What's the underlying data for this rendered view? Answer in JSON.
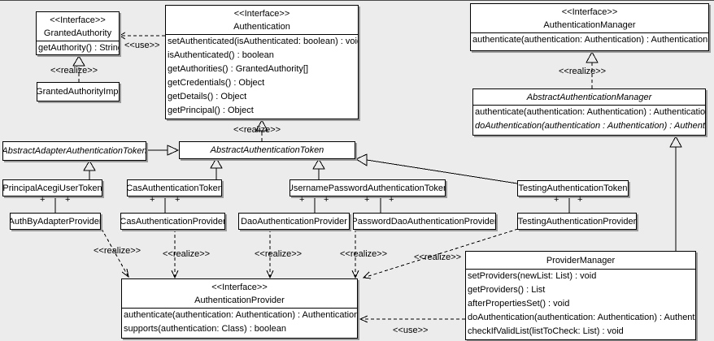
{
  "diagram": {
    "plus": "+",
    "background_color": "#ececec",
    "box_fill": "#ffffff",
    "line_color": "#000000",
    "shadow_color": "#9b9b9b"
  },
  "labels": {
    "use": "<<use>>",
    "realize": "<<realize>>"
  },
  "classes": {
    "granted_authority": {
      "stereotype": "<<Interface>>",
      "name": "GrantedAuthority",
      "methods": [
        "getAuthority() : String"
      ]
    },
    "granted_authority_impl": {
      "name": "GrantedAuthorityImpl"
    },
    "authentication": {
      "stereotype": "<<Interface>>",
      "name": "Authentication",
      "methods": [
        "setAuthenticated(isAuthenticated: boolean) : void",
        "isAuthenticated() : boolean",
        "getAuthorities() : GrantedAuthority[]",
        "getCredentials() : Object",
        "getDetails() : Object",
        "getPrincipal() : Object"
      ]
    },
    "authentication_manager": {
      "stereotype": "<<Interface>>",
      "name": "AuthenticationManager",
      "methods": [
        "authenticate(authentication: Authentication) : Authentication"
      ]
    },
    "abstract_authentication_manager": {
      "name": "AbstractAuthenticationManager",
      "methods": [
        "authenticate(authentication: Authentication) : Authentication",
        "doAuthentication(authentication : Authentication) : Authentication"
      ]
    },
    "abstract_adapter_authentication_token": {
      "name": "AbstractAdapterAuthenticationToken"
    },
    "abstract_authentication_token": {
      "name": "AbstractAuthenticationToken"
    },
    "principal_acegi_user_token": {
      "name": "PrincipalAcegiUserToken"
    },
    "cas_authentication_token": {
      "name": "CasAuthenticationToken"
    },
    "username_password_authentication_token": {
      "name": "UsernamePasswordAuthenticationToken"
    },
    "testing_authentication_token": {
      "name": "TestingAuthenticationToken"
    },
    "auth_by_adapter_provider": {
      "name": "AuthByAdapterProvider"
    },
    "cas_authentication_provider": {
      "name": "CasAuthenticationProvider"
    },
    "dao_authentication_provider": {
      "name": "DaoAuthenticationProvider"
    },
    "password_dao_authentication_provider": {
      "name": "PasswordDaoAuthenticationProvider"
    },
    "testing_authentication_provider": {
      "name": "TestingAuthenticationProvider"
    },
    "authentication_provider": {
      "stereotype": "<<Interface>>",
      "name": "AuthenticationProvider",
      "methods": [
        "authenticate(authentication: Authentication) : Authentication",
        "supports(authentication: Class) : boolean"
      ]
    },
    "provider_manager": {
      "name": "ProviderManager",
      "methods": [
        "setProviders(newList: List) : void",
        "getProviders() : List",
        "afterPropertiesSet() : void",
        "doAuthentication(authentication: Authentication) : Authentication",
        "checkIfValidList(listToCheck: List) : void"
      ]
    }
  }
}
